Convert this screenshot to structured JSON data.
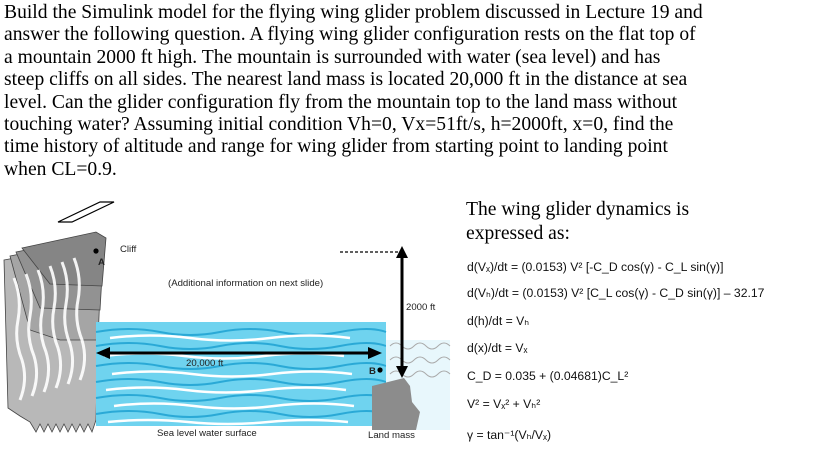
{
  "problem": {
    "lines": [
      "Build the Simulink model for the flying wing glider problem discussed in Lecture 19 and",
      "answer the following question. A flying wing glider configuration rests on the flat top of",
      "a mountain 2000 ft high.  The mountain is surrounded with water (sea level) and has",
      "steep cliffs on all sides.  The nearest land mass is located 20,000 ft in the distance at sea",
      "level.  Can the glider configuration fly from the mountain top to the land mass without",
      "touching water?     Assuming initial condition Vh=0, Vx=51ft/s, h=2000ft, x=0, find the",
      "time history of altitude and range for wing glider from starting point to landing point",
      "when CL=0.9."
    ]
  },
  "dynamics": {
    "heading_line1": "The wing glider dynamics is",
    "heading_line2": "expressed as:",
    "equations": [
      "d(Vₓ)/dt =  (0.0153) V² [-C_D cos(γ) - C_L sin(γ)]",
      "d(Vₕ)/dt  = (0.0153) V²  [C_L cos(γ) - C_D sin(γ)] – 32.17",
      "d(h)/dt = Vₕ",
      "d(x)/dt = Vₓ",
      "C_D = 0.035 + (0.04681)C_L²",
      "V² = Vₓ² + Vₕ²",
      "γ = tan⁻¹(Vₕ/Vₓ)"
    ]
  },
  "figure": {
    "cliff_label": "Cliff",
    "point_a_label": "A",
    "point_b_label": "B",
    "note": "(Additional information on next slide)",
    "height_label": "2000 ft",
    "distance_label": "20,000 ft",
    "water_label": "Sea level water surface",
    "land_label": "Land mass",
    "colors": {
      "water": "#6fd3ef",
      "water_dark": "#2aa9d6",
      "cliff": "#9a9a9a",
      "land": "#8c8c8c"
    }
  }
}
